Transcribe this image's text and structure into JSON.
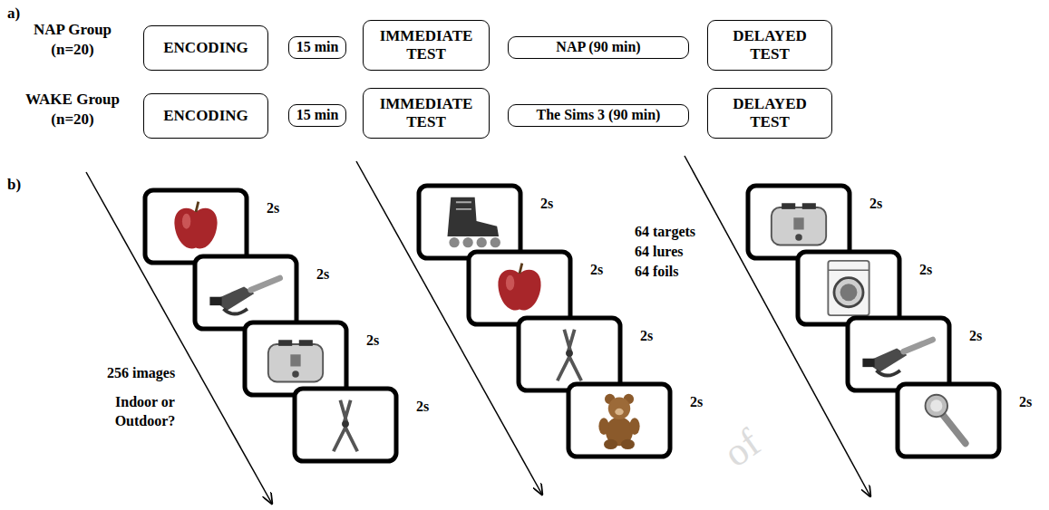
{
  "diagram": {
    "nodes": [
      {
        "text": [
          "ENCODING"
        ]
      },
      {
        "text": [
          "15 min"
        ]
      },
      {
        "text": [
          "IMMEDIATE TEST"
        ]
      },
      {
        "text": [
          "NAP (90 min)"
        ]
      },
      {
        "text": [
          "DELAYED TEST"
        ]
      },
      {
        "text": [
          "ENCODING"
        ]
      },
      {
        "text": [
          "15 min"
        ]
      },
      {
        "text": [
          "IMMEDIATE TEST"
        ]
      },
      {
        "text": [
          "The Sims 3 (90 min)"
        ]
      },
      {
        "text": [
          "DELAYED TEST"
        ]
      }
    ],
    "labels": [
      "a)",
      "NAP Group (n=20)",
      "WAKE Group (n=20)",
      "b)",
      "256 images",
      "Indoor or Outdoor?",
      "2s",
      "2s",
      "2s",
      "2s",
      "2s",
      "2s",
      "2s",
      "2s",
      "64 targets",
      "64 lures",
      "64 foils",
      "2s",
      "2s",
      "2s",
      "2s",
      "of"
    ]
  }
}
